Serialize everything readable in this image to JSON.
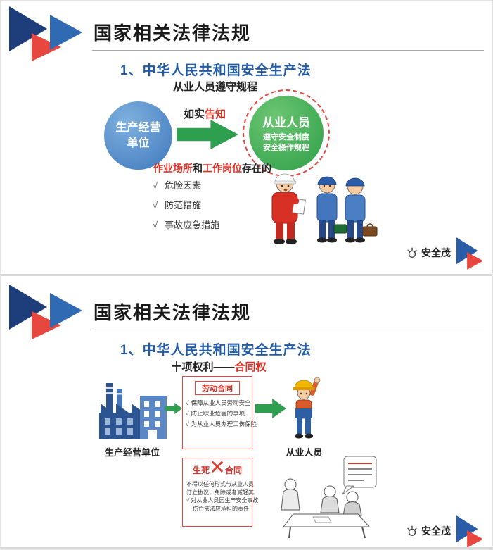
{
  "slide1": {
    "title": "国家相关法律法规",
    "subtitle": "1、中华人民共和国安全生产法",
    "heading": "从业人员遵守规程",
    "producer_circle": {
      "line1": "生产经营",
      "line2": "单位"
    },
    "arrow_label": {
      "black": "如实",
      "red": "告知"
    },
    "worker_circle": {
      "title": "从业人员",
      "line1": "遵守安全制度",
      "line2": "安全操作规程"
    },
    "caption": {
      "red1": "作业场所",
      "black1": "和",
      "red2": "工作岗位",
      "black2": "存在的"
    },
    "bullets": [
      {
        "mark": "√",
        "text": "危险因素"
      },
      {
        "mark": "√",
        "text": "防范措施"
      },
      {
        "mark": "√",
        "text": "事故应急措施"
      }
    ],
    "logo_text": "安全茂"
  },
  "slide2": {
    "title": "国家相关法律法规",
    "subtitle": "1、中华人民共和国安全生产法",
    "heading": {
      "black": "十项权利——",
      "red": "合同权"
    },
    "factory_label": "生产经营单位",
    "worker_label": "从业人员",
    "labor_box": {
      "title": "劳动合同",
      "items": [
        {
          "mark": "√",
          "text": "保障从业人员劳动安全"
        },
        {
          "mark": "√",
          "text": "防止职业危害的事项"
        },
        {
          "mark": "√",
          "text": "为从业人员办理工伤保险"
        }
      ]
    },
    "death_box": {
      "left": "生死",
      "cross": "✕",
      "right": "合同",
      "line1": "不得以任何形式与从业人员",
      "line2": "订立协议，免除或者减轻其",
      "check_mark": "√",
      "line3": "对从业人员因生产安全事故",
      "line4": "伤亡依法应承担的责任"
    },
    "logo_text": "安全茂"
  }
}
